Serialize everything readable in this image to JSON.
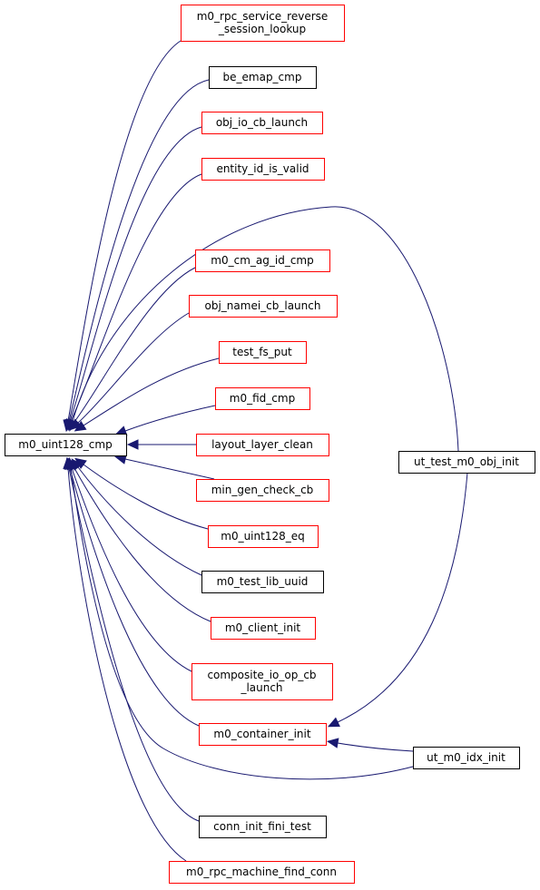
{
  "colors": {
    "edge": "#191970",
    "border_red": "#ff0000",
    "border_black": "#000000",
    "focus_fill": "#bfbfbf"
  },
  "nodes": [
    {
      "id": "m0_uint128_cmp",
      "lines": [
        "m0_uint128_cmp"
      ],
      "border": "black",
      "focus": true
    },
    {
      "id": "m0_rpc_service_reverse_session_lookup",
      "lines": [
        "m0_rpc_service_reverse",
        "_session_lookup"
      ],
      "border": "red"
    },
    {
      "id": "be_emap_cmp",
      "lines": [
        "be_emap_cmp"
      ],
      "border": "black"
    },
    {
      "id": "obj_io_cb_launch",
      "lines": [
        "obj_io_cb_launch"
      ],
      "border": "red"
    },
    {
      "id": "entity_id_is_valid",
      "lines": [
        "entity_id_is_valid"
      ],
      "border": "red"
    },
    {
      "id": "m0_cm_ag_id_cmp",
      "lines": [
        "m0_cm_ag_id_cmp"
      ],
      "border": "red"
    },
    {
      "id": "obj_namei_cb_launch",
      "lines": [
        "obj_namei_cb_launch"
      ],
      "border": "red"
    },
    {
      "id": "test_fs_put",
      "lines": [
        "test_fs_put"
      ],
      "border": "red"
    },
    {
      "id": "m0_fid_cmp",
      "lines": [
        "m0_fid_cmp"
      ],
      "border": "red"
    },
    {
      "id": "layout_layer_clean",
      "lines": [
        "layout_layer_clean"
      ],
      "border": "red"
    },
    {
      "id": "min_gen_check_cb",
      "lines": [
        "min_gen_check_cb"
      ],
      "border": "red"
    },
    {
      "id": "m0_uint128_eq",
      "lines": [
        "m0_uint128_eq"
      ],
      "border": "red"
    },
    {
      "id": "m0_test_lib_uuid",
      "lines": [
        "m0_test_lib_uuid"
      ],
      "border": "black"
    },
    {
      "id": "m0_client_init",
      "lines": [
        "m0_client_init"
      ],
      "border": "red"
    },
    {
      "id": "composite_io_op_cb_launch",
      "lines": [
        "composite_io_op_cb",
        "_launch"
      ],
      "border": "red"
    },
    {
      "id": "m0_container_init",
      "lines": [
        "m0_container_init"
      ],
      "border": "red"
    },
    {
      "id": "conn_init_fini_test",
      "lines": [
        "conn_init_fini_test"
      ],
      "border": "black"
    },
    {
      "id": "m0_rpc_machine_find_conn",
      "lines": [
        "m0_rpc_machine_find_conn"
      ],
      "border": "red"
    },
    {
      "id": "ut_test_m0_obj_init",
      "lines": [
        "ut_test_m0_obj_init"
      ],
      "border": "black"
    },
    {
      "id": "ut_m0_idx_init",
      "lines": [
        "ut_m0_idx_init"
      ],
      "border": "black"
    }
  ],
  "edges": [
    {
      "from": "m0_rpc_service_reverse_session_lookup",
      "to": "m0_uint128_cmp"
    },
    {
      "from": "be_emap_cmp",
      "to": "m0_uint128_cmp"
    },
    {
      "from": "obj_io_cb_launch",
      "to": "m0_uint128_cmp"
    },
    {
      "from": "entity_id_is_valid",
      "to": "m0_uint128_cmp"
    },
    {
      "from": "ut_test_m0_obj_init",
      "to": "m0_uint128_cmp"
    },
    {
      "from": "m0_cm_ag_id_cmp",
      "to": "m0_uint128_cmp"
    },
    {
      "from": "obj_namei_cb_launch",
      "to": "m0_uint128_cmp"
    },
    {
      "from": "test_fs_put",
      "to": "m0_uint128_cmp"
    },
    {
      "from": "m0_fid_cmp",
      "to": "m0_uint128_cmp"
    },
    {
      "from": "layout_layer_clean",
      "to": "m0_uint128_cmp"
    },
    {
      "from": "min_gen_check_cb",
      "to": "m0_uint128_cmp"
    },
    {
      "from": "m0_uint128_eq",
      "to": "m0_uint128_cmp"
    },
    {
      "from": "m0_test_lib_uuid",
      "to": "m0_uint128_cmp"
    },
    {
      "from": "m0_client_init",
      "to": "m0_uint128_cmp"
    },
    {
      "from": "composite_io_op_cb_launch",
      "to": "m0_uint128_cmp"
    },
    {
      "from": "m0_container_init",
      "to": "m0_uint128_cmp"
    },
    {
      "from": "ut_m0_idx_init",
      "to": "m0_uint128_cmp"
    },
    {
      "from": "conn_init_fini_test",
      "to": "m0_uint128_cmp"
    },
    {
      "from": "m0_rpc_machine_find_conn",
      "to": "m0_uint128_cmp"
    },
    {
      "from": "ut_test_m0_obj_init",
      "to": "m0_container_init"
    },
    {
      "from": "ut_m0_idx_init",
      "to": "m0_container_init"
    }
  ]
}
